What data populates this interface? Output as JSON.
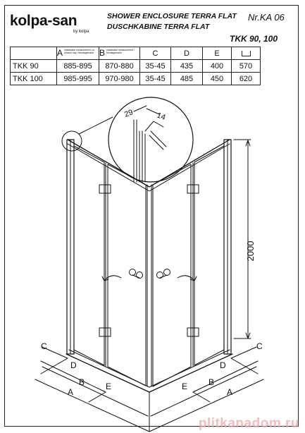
{
  "brand": {
    "name": "kolpa-san",
    "sub": "by kolpa"
  },
  "title_en": "SHOWER ENCLOSURE TERRA FLAT",
  "title_de": "DUSCHKABINE TERRA FLAT",
  "doc_number": "Nr.KA 06",
  "models_label": "TKK 90, 100",
  "table": {
    "header_notes": {
      "A": "Installation measurement on shower tray / Montagemaße",
      "B": "Installation measurement / Montagemaße"
    },
    "headers": [
      "A",
      "B",
      "C",
      "D",
      "E"
    ],
    "drain_icon": "drain-icon",
    "rows": [
      {
        "model": "TKK 90",
        "A": "885-895",
        "B": "870-880",
        "C": "35-45",
        "D": "435",
        "E": "400",
        "drain": "570"
      },
      {
        "model": "TKK 100",
        "A": "985-995",
        "B": "970-980",
        "C": "35-45",
        "D": "485",
        "E": "450",
        "drain": "620"
      }
    ]
  },
  "drawing": {
    "height_label": "2000",
    "detail_29": "29",
    "detail_14": "14",
    "labels_left": {
      "C": "C",
      "D": "D",
      "B": "B",
      "E": "E",
      "A": "A"
    },
    "labels_right": {
      "C": "C",
      "D": "D",
      "B": "B",
      "E": "E",
      "A": "A"
    }
  },
  "watermark": "plitkanadom.ru"
}
